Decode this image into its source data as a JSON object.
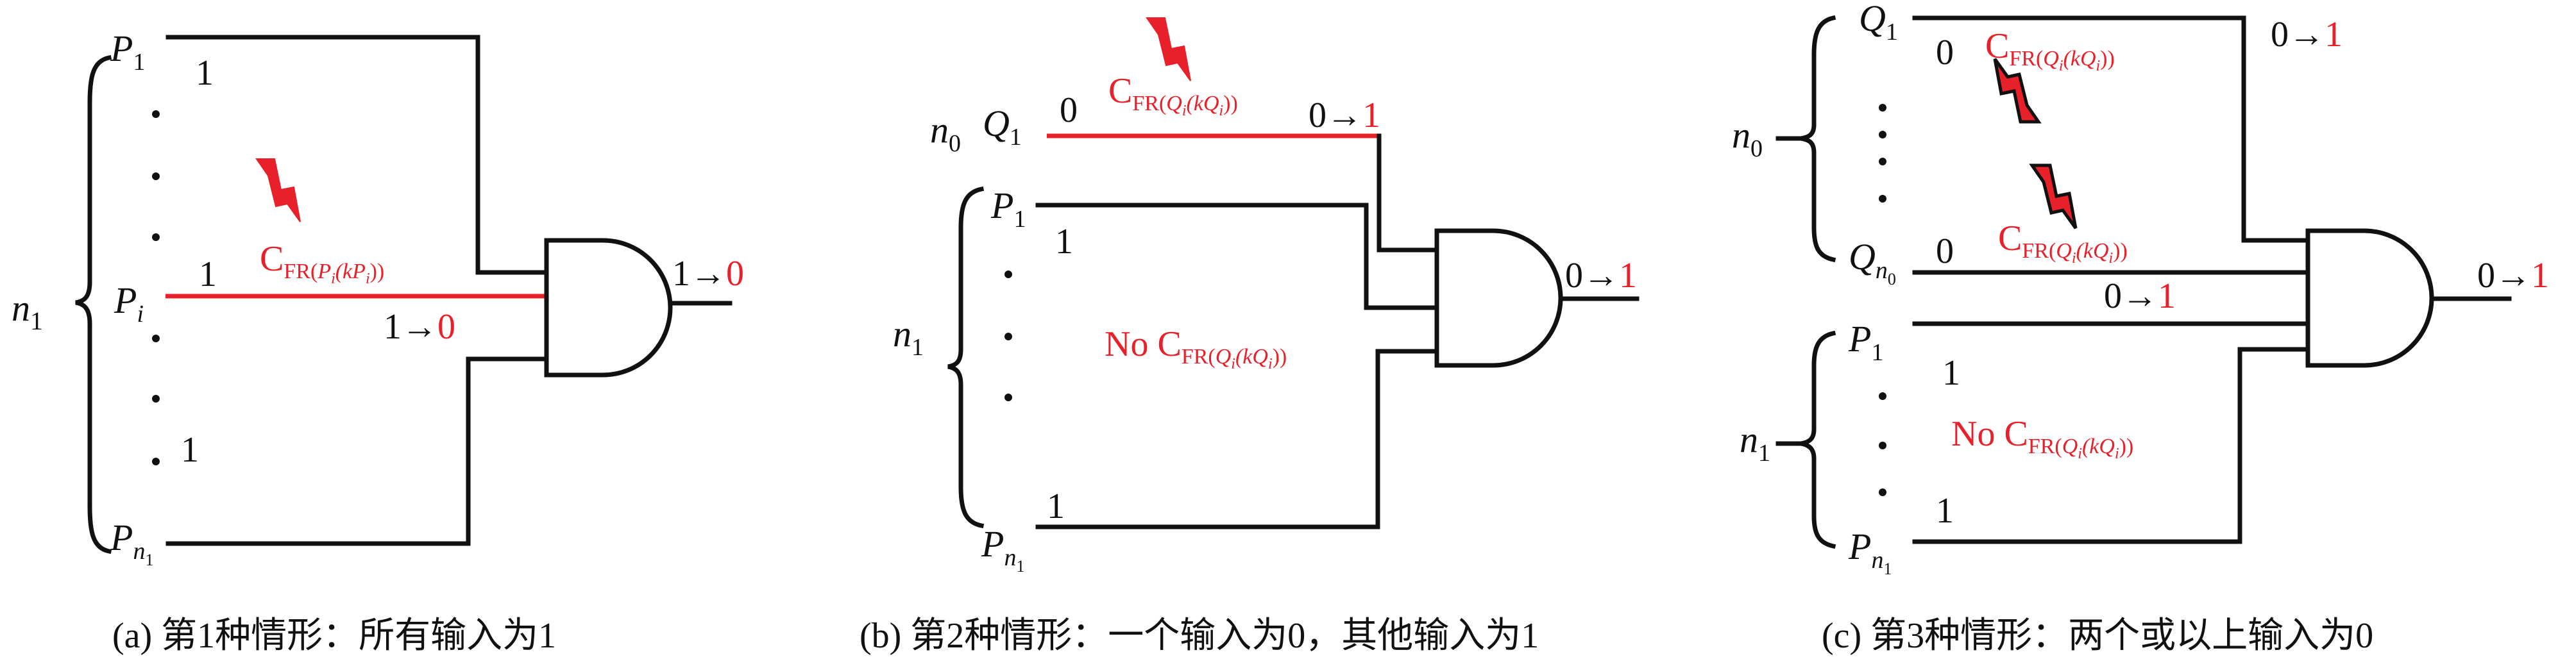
{
  "colors": {
    "ink": "#111111",
    "fault": "#e8202a"
  },
  "panels": [
    {
      "id": "a",
      "caption": "(a) 第1种情形：所有输入为1",
      "group_label": "n",
      "group_sub": "1",
      "inputs": {
        "top": {
          "name": "P",
          "sub": "1",
          "value": "1"
        },
        "mid": {
          "name": "P",
          "sub": "i",
          "value": "1"
        },
        "bottom": {
          "name": "P",
          "sub": "n",
          "subsub": "1"
        },
        "dots_value": "1"
      },
      "fault": {
        "text": "C",
        "sub": "FR(",
        "sub_a": "P",
        "sub_a_i": "i",
        "sub_mid": "(k",
        "sub_b": "P",
        "sub_b_i": "i",
        "sub_end": "))"
      },
      "transition_in": {
        "from": "1",
        "arrow": "→",
        "to": "0"
      },
      "output": {
        "from": "1",
        "arrow": "→",
        "to": "0"
      },
      "icon": "lightning-bolt-icon"
    },
    {
      "id": "b",
      "caption": "(b) 第2种情形：一个输入为0，其他输入为1",
      "group0_label": "n",
      "group0_sub": "0",
      "group1_label": "n",
      "group1_sub": "1",
      "q1": {
        "name": "Q",
        "sub": "1",
        "value": "0"
      },
      "p1": {
        "name": "P",
        "sub": "1",
        "value": "1"
      },
      "pn": {
        "name": "P",
        "sub": "n",
        "subsub": "1",
        "value": "1"
      },
      "fault": {
        "text": "C",
        "sub": "FR(",
        "sub_a": "Q",
        "sub_a_i": "i",
        "sub_mid": "(k",
        "sub_b": "Q",
        "sub_b_i": "i",
        "sub_end": "))"
      },
      "no_fault": {
        "prefix": "No C",
        "sub": "FR(",
        "sub_a": "Q",
        "sub_a_i": "i",
        "sub_mid": "(k",
        "sub_b": "Q",
        "sub_b_i": "i",
        "sub_end": "))"
      },
      "transition_in": {
        "from": "0",
        "arrow": "→",
        "to": "1"
      },
      "output": {
        "from": "0",
        "arrow": "→",
        "to": "1"
      },
      "icon": "lightning-bolt-icon"
    },
    {
      "id": "c",
      "caption": "(c) 第3种情形：两个或以上输入为0",
      "group0_label": "n",
      "group0_sub": "0",
      "group1_label": "n",
      "group1_sub": "1",
      "q1": {
        "name": "Q",
        "sub": "1",
        "value": "0"
      },
      "qn": {
        "name": "Q",
        "sub": "n",
        "subsub": "0",
        "value": "0"
      },
      "p1": {
        "name": "P",
        "sub": "1",
        "value": "1"
      },
      "pn": {
        "name": "P",
        "sub": "n",
        "subsub": "1",
        "value": "1"
      },
      "fault1": {
        "text": "C",
        "sub": "FR(",
        "sub_a": "Q",
        "sub_a_i": "i",
        "sub_mid": "(k",
        "sub_b": "Q",
        "sub_b_i": "i",
        "sub_end": "))"
      },
      "fault2": {
        "text": "C",
        "sub": "FR(",
        "sub_a": "Q",
        "sub_a_i": "i",
        "sub_mid": "(k",
        "sub_b": "Q",
        "sub_b_i": "i",
        "sub_end": "))"
      },
      "no_fault": {
        "prefix": "No C",
        "sub": "FR(",
        "sub_a": "Q",
        "sub_a_i": "i",
        "sub_mid": "(k",
        "sub_b": "Q",
        "sub_b_i": "i",
        "sub_end": "))"
      },
      "top_transition": {
        "from": "0",
        "arrow": "→",
        "to": "1"
      },
      "mid_transition": {
        "from": "0",
        "arrow": "→",
        "to": "1"
      },
      "output": {
        "from": "0",
        "arrow": "→",
        "to": "1"
      },
      "icon": "lightning-bolt-icon"
    }
  ]
}
